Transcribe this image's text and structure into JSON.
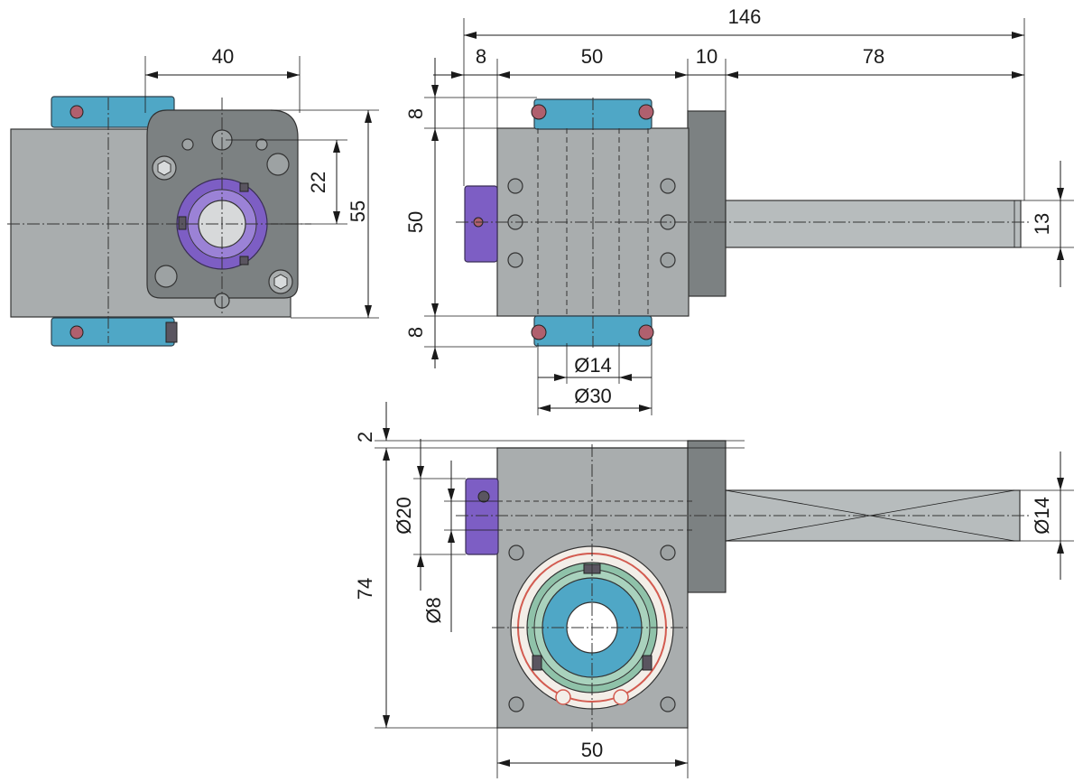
{
  "dimensions": {
    "top_left_width": "40",
    "top_left_offset": "22",
    "top_left_height": "55",
    "overall_length": "146",
    "seg_8": "8",
    "seg_50": "50",
    "seg_10": "10",
    "seg_78": "78",
    "clamp_top_8": "8",
    "body_height_50": "50",
    "clamp_bottom_8": "8",
    "shaft_dia_13": "13",
    "bore_dia_14": "Ø14",
    "clamp_dia_30": "Ø30",
    "gap_2": "2",
    "height_74": "74",
    "clamp_dia_20": "Ø20",
    "bore_dia_8": "Ø8",
    "shaft_dia_14": "Ø14",
    "bottom_width_50": "50"
  },
  "colors": {
    "housing": "#a9adae",
    "clamp_blue": "#4fa7c6",
    "clamp_purple": "#7d5ec4",
    "flange": "#7c8182"
  },
  "icons": {
    "hex_socket": "hex-socket-screw-icon",
    "set_screw": "set-screw-icon"
  }
}
